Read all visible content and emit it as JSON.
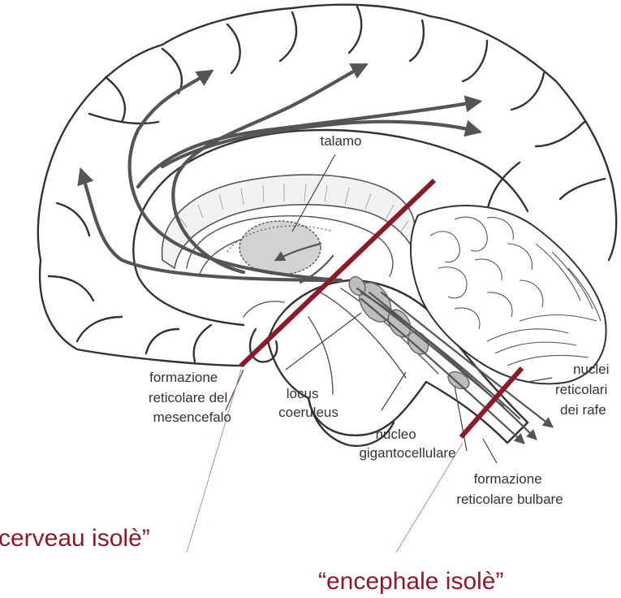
{
  "labels": {
    "talamo": "talamo",
    "formazione_mesencefalo": [
      "formazione",
      "reticolare del",
      "mesencefalo"
    ],
    "locus_coeruleus": [
      "locus",
      "coeruleus"
    ],
    "nucleo_gigantocellulare": [
      "nucleo",
      "gigantocellulare"
    ],
    "nuclei_rafe": [
      "nuclei",
      "reticolari",
      "dei rafe"
    ],
    "formazione_bulbare": [
      "formazione",
      "reticolare bulbare"
    ]
  },
  "captions": {
    "cerveau_isole": "“cerveau isolè”",
    "encephale_isole": "“encephale isolè”"
  },
  "colors": {
    "cut_line": "#8b1a2b",
    "caption": "#8b1a2b",
    "outline": "#333333",
    "nucleus_fill": "#bdbdbd"
  }
}
